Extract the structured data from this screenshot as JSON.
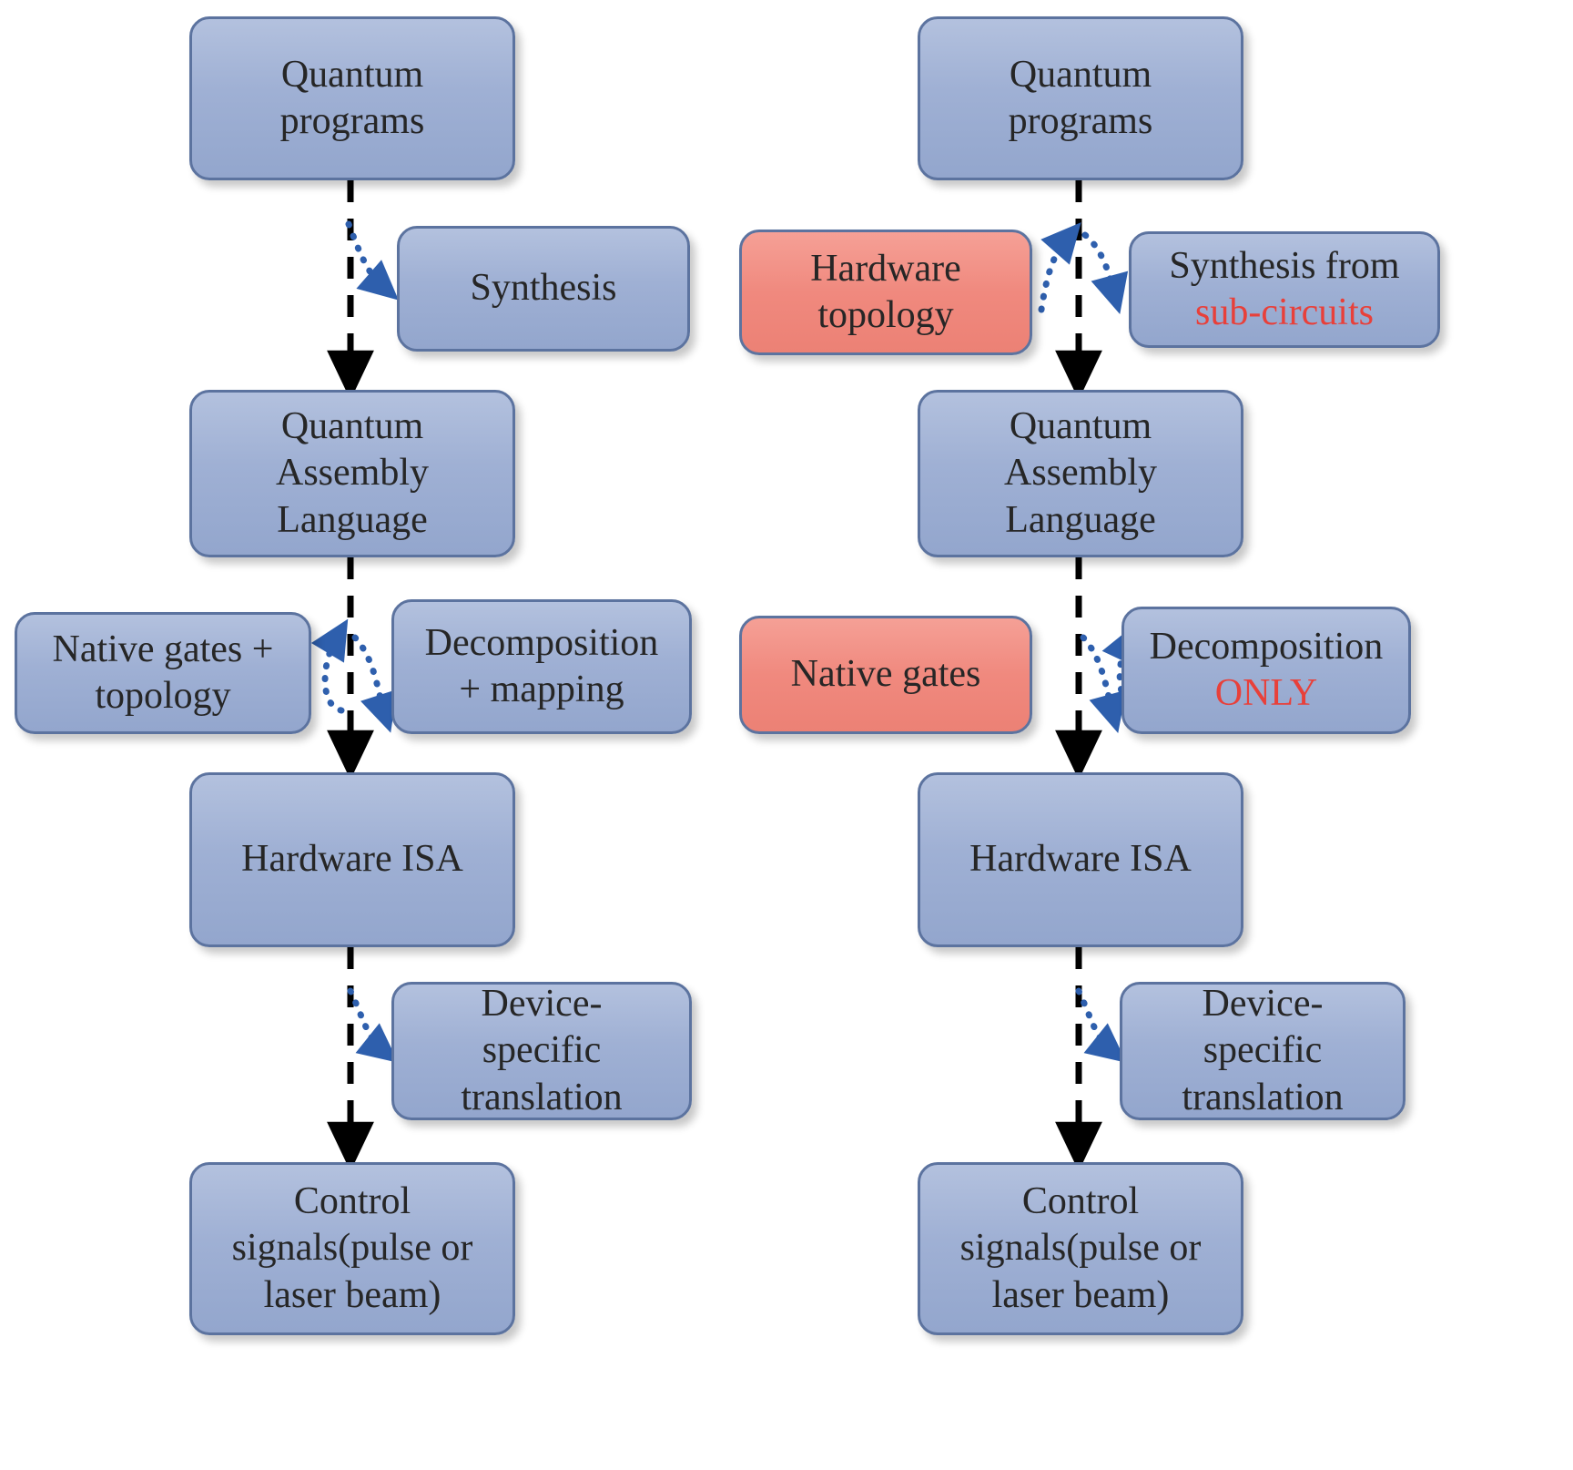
{
  "diagram": {
    "title": "Quantum compilation stack comparison",
    "colors": {
      "node_blue_fill": "#9fb0d4",
      "node_red_fill": "#f0897e",
      "node_border": "#5c739f",
      "highlight_text": "#e8403a",
      "flow_arrow": "#000000",
      "dotted_arrow": "#2e5fad",
      "text": "#262626",
      "background": "#ffffff"
    },
    "left_column": {
      "name": "conventional-flow",
      "nodes": [
        {
          "id": "l-quantum-programs",
          "label": "Quantum\nprograms",
          "lines": [
            "Quantum",
            "programs"
          ],
          "fill": "blue"
        },
        {
          "id": "l-synthesis",
          "label": "Synthesis",
          "lines": [
            "Synthesis"
          ],
          "fill": "blue"
        },
        {
          "id": "l-qasm",
          "label": "Quantum Assembly Language",
          "lines": [
            "Quantum",
            "Assembly",
            "Language"
          ],
          "fill": "blue"
        },
        {
          "id": "l-native-gates-topology",
          "label": "Native gates + topology",
          "lines": [
            "Native gates +",
            "topology"
          ],
          "fill": "blue"
        },
        {
          "id": "l-decomposition-mapping",
          "label": "Decomposition + mapping",
          "lines": [
            "Decomposition",
            "+ mapping"
          ],
          "fill": "blue"
        },
        {
          "id": "l-hardware-isa",
          "label": "Hardware ISA",
          "lines": [
            "Hardware ISA"
          ],
          "fill": "blue"
        },
        {
          "id": "l-device-translation",
          "label": "Device-specific translation",
          "lines": [
            "Device-",
            "specific",
            "translation"
          ],
          "fill": "blue"
        },
        {
          "id": "l-control-signals",
          "label": "Control signals(pulse or laser beam)",
          "lines": [
            "Control",
            "signals(pulse or",
            "laser beam)"
          ],
          "fill": "blue"
        }
      ]
    },
    "right_column": {
      "name": "proposed-flow",
      "nodes": [
        {
          "id": "r-quantum-programs",
          "label": "Quantum\nprograms",
          "lines": [
            "Quantum",
            "programs"
          ],
          "fill": "blue"
        },
        {
          "id": "r-hardware-topology",
          "label": "Hardware topology",
          "lines": [
            "Hardware",
            "topology"
          ],
          "fill": "red"
        },
        {
          "id": "r-synthesis-subcircuits",
          "label": "Synthesis from sub-circuits",
          "lines": [
            "Synthesis from",
            "sub-circuits"
          ],
          "highlight_line": 1,
          "fill": "blue"
        },
        {
          "id": "r-qasm",
          "label": "Quantum Assembly Language",
          "lines": [
            "Quantum",
            "Assembly",
            "Language"
          ],
          "fill": "blue"
        },
        {
          "id": "r-native-gates",
          "label": "Native gates",
          "lines": [
            "Native gates"
          ],
          "fill": "red"
        },
        {
          "id": "r-decomposition-only",
          "label": "Decomposition ONLY",
          "lines": [
            "Decomposition",
            "ONLY"
          ],
          "highlight_line": 1,
          "fill": "blue"
        },
        {
          "id": "r-hardware-isa",
          "label": "Hardware ISA",
          "lines": [
            "Hardware ISA"
          ],
          "fill": "blue"
        },
        {
          "id": "r-device-translation",
          "label": "Device-specific translation",
          "lines": [
            "Device-",
            "specific",
            "translation"
          ],
          "fill": "blue"
        },
        {
          "id": "r-control-signals",
          "label": "Control signals(pulse or laser beam)",
          "lines": [
            "Control",
            "signals(pulse or",
            "laser beam)"
          ],
          "fill": "blue"
        }
      ]
    },
    "labels": {
      "l_quantum_programs_1": "Quantum",
      "l_quantum_programs_2": "programs",
      "l_synthesis": "Synthesis",
      "l_qasm_1": "Quantum",
      "l_qasm_2": "Assembly",
      "l_qasm_3": "Language",
      "l_native_1": "Native gates +",
      "l_native_2": "topology",
      "l_decomp_1": "Decomposition",
      "l_decomp_2": "+ mapping",
      "l_isa": "Hardware ISA",
      "l_dev_1": "Device-",
      "l_dev_2": "specific",
      "l_dev_3": "translation",
      "l_ctrl_1": "Control",
      "l_ctrl_2": "signals(pulse or",
      "l_ctrl_3": "laser beam)",
      "r_quantum_programs_1": "Quantum",
      "r_quantum_programs_2": "programs",
      "r_hw_topology_1": "Hardware",
      "r_hw_topology_2": "topology",
      "r_synth_1": "Synthesis from",
      "r_synth_2": "sub-circuits",
      "r_qasm_1": "Quantum",
      "r_qasm_2": "Assembly",
      "r_qasm_3": "Language",
      "r_native_1": "Native gates",
      "r_decomp_1": "Decomposition",
      "r_decomp_2": "ONLY",
      "r_isa": "Hardware ISA",
      "r_dev_1": "Device-",
      "r_dev_2": "specific",
      "r_dev_3": "translation",
      "r_ctrl_1": "Control",
      "r_ctrl_2": "signals(pulse or",
      "r_ctrl_3": "laser beam)"
    }
  }
}
